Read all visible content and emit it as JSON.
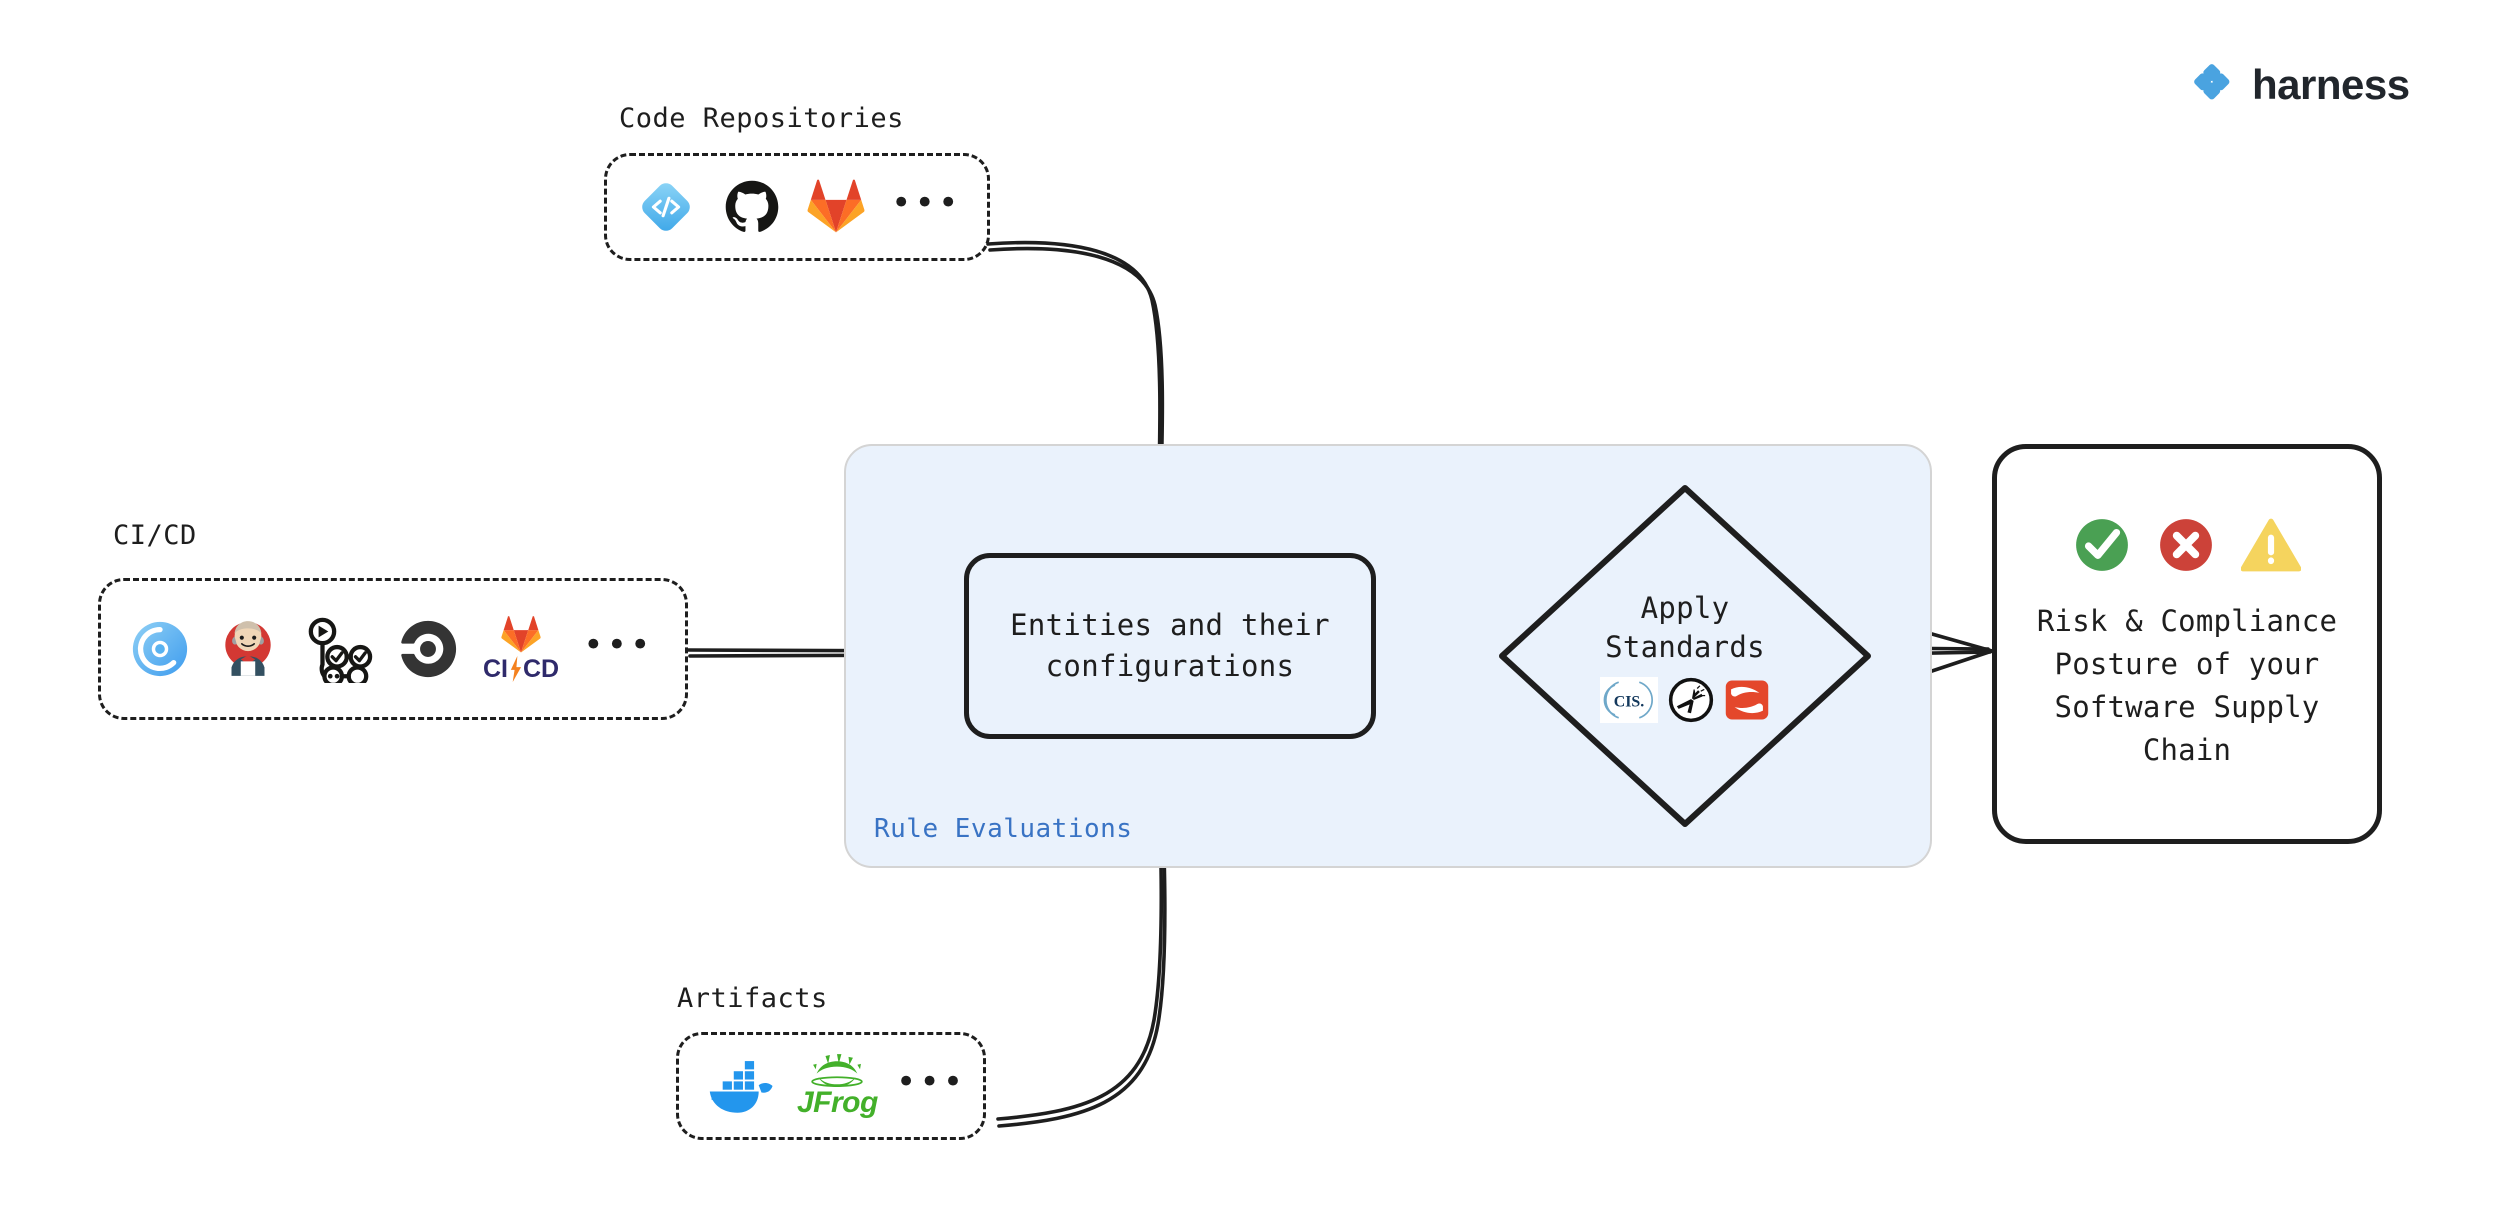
{
  "brand": {
    "name": "harness",
    "logo_icon": "harness-diamond-logo",
    "mark_color": "#4AA3E0",
    "text_color": "#21262c"
  },
  "groups": [
    {
      "id": "code-repositories",
      "label": "Code Repositories",
      "ellipsis": "•••",
      "icons": [
        {
          "name": "harness-code-icon",
          "title": "Harness Code"
        },
        {
          "name": "github-icon",
          "title": "GitHub"
        },
        {
          "name": "gitlab-icon",
          "title": "GitLab"
        }
      ]
    },
    {
      "id": "ci-cd",
      "label": "CI/CD",
      "ellipsis": "•••",
      "icons": [
        {
          "name": "harness-ci-icon",
          "title": "Harness CI"
        },
        {
          "name": "jenkins-icon",
          "title": "Jenkins"
        },
        {
          "name": "github-actions-icon",
          "title": "GitHub Actions"
        },
        {
          "name": "circleci-icon",
          "title": "CircleCI"
        },
        {
          "name": "gitlab-cicd-icon",
          "title": "GitLab CI/CD",
          "text": "CI",
          "text2": "CD"
        }
      ]
    },
    {
      "id": "artifacts",
      "label": "Artifacts",
      "ellipsis": "•••",
      "icons": [
        {
          "name": "docker-icon",
          "title": "Docker"
        },
        {
          "name": "jfrog-icon",
          "title": "JFrog",
          "text": "JFrog"
        }
      ]
    }
  ],
  "panel": {
    "label": "Rule Evaluations",
    "label_color": "#3973c4",
    "fill": "#eaf2fc",
    "border": "#d4d4d4"
  },
  "entities": {
    "line1": "Entities and their",
    "line2": "configurations"
  },
  "standards": {
    "title_line1": "Apply",
    "title_line2": "Standards",
    "icons": [
      {
        "name": "cis-icon",
        "title": "CIS",
        "text": "CIS."
      },
      {
        "name": "owasp-icon",
        "title": "OWASP"
      },
      {
        "name": "slsa-icon",
        "title": "SLSA"
      }
    ]
  },
  "output": {
    "statuses": [
      {
        "name": "success-check-icon",
        "title": "Pass",
        "color": "#4AA053"
      },
      {
        "name": "error-cross-icon",
        "title": "Fail",
        "color": "#CC4239"
      },
      {
        "name": "warning-triangle-icon",
        "title": "Warning",
        "color": "#F5D45E"
      }
    ],
    "line1": "Risk & Compliance",
    "line2": "Posture of your",
    "line3": "Software Supply",
    "line4": "Chain"
  },
  "connectors": [
    {
      "name": "arrow-code-repos-to-entities",
      "from": "code-repositories",
      "to": "entities",
      "style": "curved"
    },
    {
      "name": "arrow-cicd-to-entities",
      "from": "ci-cd",
      "to": "entities",
      "style": "straight"
    },
    {
      "name": "arrow-artifacts-to-entities",
      "from": "artifacts",
      "to": "entities",
      "style": "curved"
    },
    {
      "name": "arrow-entities-to-standards",
      "from": "entities",
      "to": "standards",
      "style": "straight"
    },
    {
      "name": "arrow-standards-to-output",
      "from": "standards",
      "to": "output",
      "style": "straight"
    }
  ]
}
